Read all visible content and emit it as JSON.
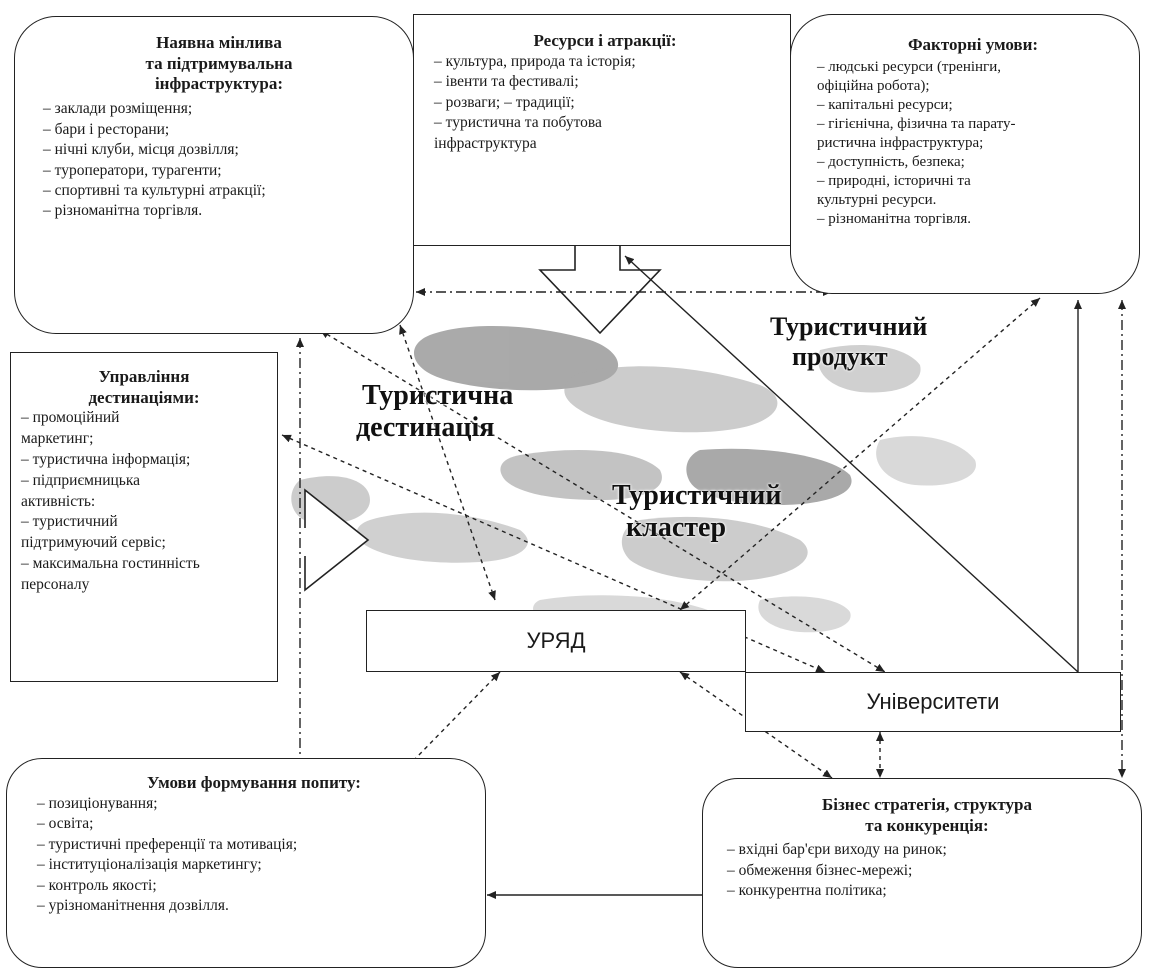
{
  "infrastructure": {
    "title": [
      "Наявна мінлива",
      "та підтримувальна",
      "інфраструктура:"
    ],
    "items": [
      "– заклади розміщення;",
      "– бари і ресторани;",
      "– нічні клуби, місця дозвілля;",
      "– туроператори, турагенти;",
      "– спортивні та культурні атракції;",
      "– різноманітна торгівля."
    ]
  },
  "resources": {
    "title": [
      "Ресурси і атракції:"
    ],
    "items": [
      "– культура, природа та історія;",
      "– івенти та фестивалі;",
      "– розваги; – традиції;",
      "– туристична та побутова",
      "інфраструктура"
    ]
  },
  "factors": {
    "title": [
      "Факторні умови:"
    ],
    "items": [
      "– людські ресурси (тренінги,",
      "офіційна робота);",
      "– капітальні ресурси;",
      "– гігієнічна, фізична та парату-",
      "ристична інфраструктура;",
      "– доступність, безпека;",
      "– природні, історичні та",
      "культурні ресурси.",
      "– різноманітна торгівля."
    ]
  },
  "management": {
    "title": [
      "Управління",
      "дестинаціями:"
    ],
    "items": [
      "– промоційний маркетинг;",
      "– туристична інформація;",
      "– підприємницька активність:",
      "– туристичний підтримуючий сервіс;",
      "– максимальна гостинність персоналу"
    ]
  },
  "demand": {
    "title": [
      "Умови формування попиту:"
    ],
    "items": [
      "– позиціонування;",
      "– освіта;",
      "– туристичні преференції та мотивація;",
      "– інституціоналізація маркетингу;",
      "– контроль якості;",
      "– урізноманітнення дозвілля."
    ]
  },
  "business": {
    "title": [
      "Бізнес стратегія, структура",
      "та конкуренція:"
    ],
    "items": [
      "– вхідні бар'єри виходу на ринок;",
      "– обмеження бізнес-мережі;",
      "– конкурентна політика;"
    ]
  },
  "government": {
    "label": "УРЯД"
  },
  "universities": {
    "label": "Університети"
  },
  "overlay_labels": {
    "product": [
      "Туристичний",
      "продукт"
    ],
    "destination": [
      "Туристична",
      "дестинація"
    ],
    "cluster": [
      "Туристичний",
      "кластер"
    ]
  },
  "colors": {
    "line": "#222222",
    "map_fill": "#8d8d8d"
  }
}
